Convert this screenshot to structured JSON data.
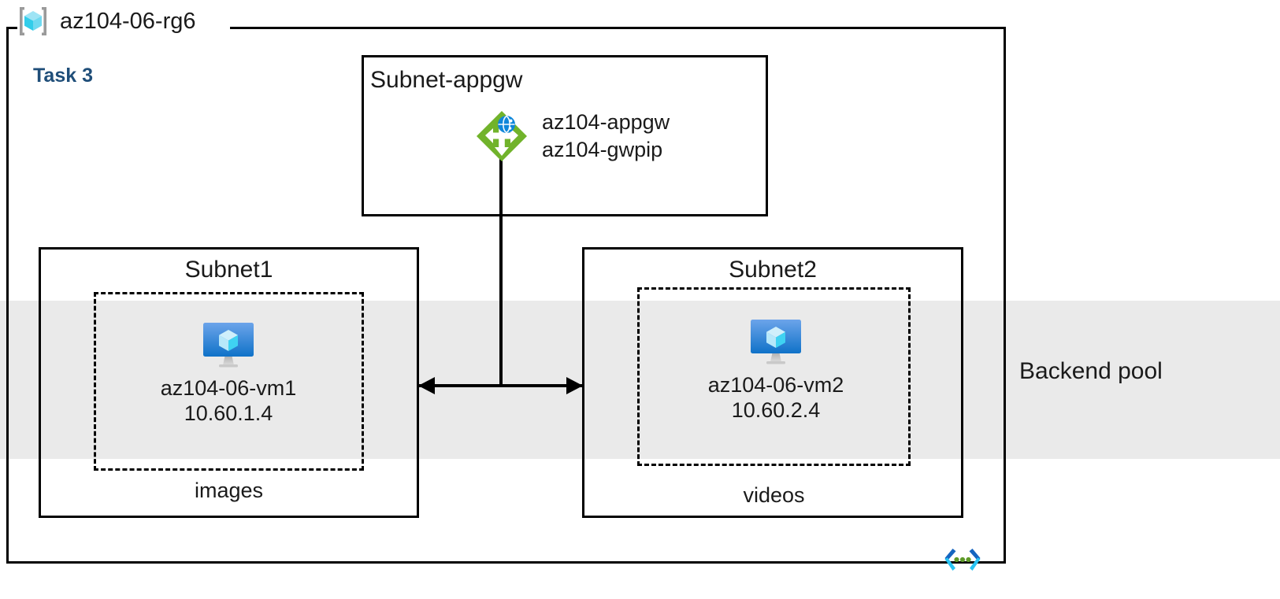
{
  "resource_group": {
    "name": "az104-06-rg6",
    "icon": "resource-group-cube-icon"
  },
  "task": {
    "label": "Task 3",
    "color": "#1F4E79"
  },
  "backend_pool": {
    "label": "Backend pool",
    "band_color": "#EAEAEA"
  },
  "appgw_subnet": {
    "title": "Subnet-appgw",
    "gateway": {
      "icon": "application-gateway-icon",
      "line1": "az104-appgw",
      "line2": "az104-gwpip",
      "icon_color": "#71B32B",
      "globe_color": "#0F87DA"
    }
  },
  "subnets": [
    {
      "title": "Subnet1",
      "footer": "images",
      "vm": {
        "icon": "virtual-machine-icon",
        "name": "az104-06-vm1",
        "ip": "10.60.1.4"
      }
    },
    {
      "title": "Subnet2",
      "footer": "videos",
      "vm": {
        "icon": "virtual-machine-icon",
        "name": "az104-06-vm2",
        "ip": "10.60.2.4"
      }
    }
  ],
  "connector": {
    "name": "bidirectional-subnet-connector",
    "color": "#000000"
  },
  "footer_icon": {
    "name": "code-brackets-icon",
    "bracket_color": "#1FBCEF",
    "bracket_color_dark": "#1565C0",
    "dot_color": "#5E9A28"
  }
}
